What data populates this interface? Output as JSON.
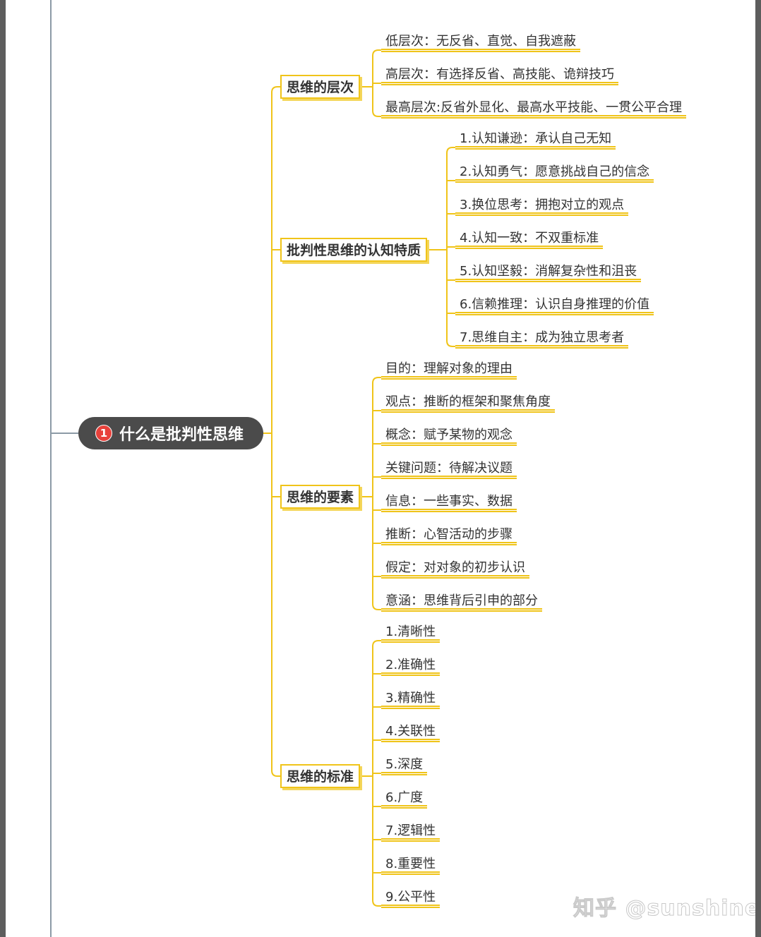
{
  "root": {
    "number": "1",
    "label": "什么是批判性思维"
  },
  "topics": [
    {
      "label": "思维的层次",
      "children": [
        "低层次：无反省、直觉、自我遮蔽",
        "高层次：有选择反省、高技能、诡辩技巧",
        "最高层次:反省外显化、最高水平技能、一贯公平合理"
      ]
    },
    {
      "label": "批判性思维的认知特质",
      "children": [
        "1.认知谦逊：承认自己无知",
        "2.认知勇气：愿意挑战自己的信念",
        "3.换位思考：拥抱对立的观点",
        "4.认知一致：不双重标准",
        "5.认知坚毅：消解复杂性和沮丧",
        "6.信赖推理：认识自身推理的价值",
        "7.思维自主：成为独立思考者"
      ]
    },
    {
      "label": "思维的要素",
      "children": [
        "目的：理解对象的理由",
        "观点：推断的框架和聚焦角度",
        "概念：赋予某物的观念",
        "关键问题：待解决议题",
        "信息：一些事实、数据",
        "推断：心智活动的步骤",
        "假定：对对象的初步认识",
        "意涵：思维背后引申的部分"
      ]
    },
    {
      "label": "思维的标准",
      "children": [
        "1.清晰性",
        "2.准确性",
        "3.精确性",
        "4.关联性",
        "5.深度",
        "6.广度",
        "7.逻辑性",
        "8.重要性",
        "9.公平性"
      ]
    }
  ],
  "watermark": "知乎 @sunshine",
  "colors": {
    "branch": "#f0c419",
    "root_bg": "#4b4b4b",
    "badge": "#e8413b"
  }
}
